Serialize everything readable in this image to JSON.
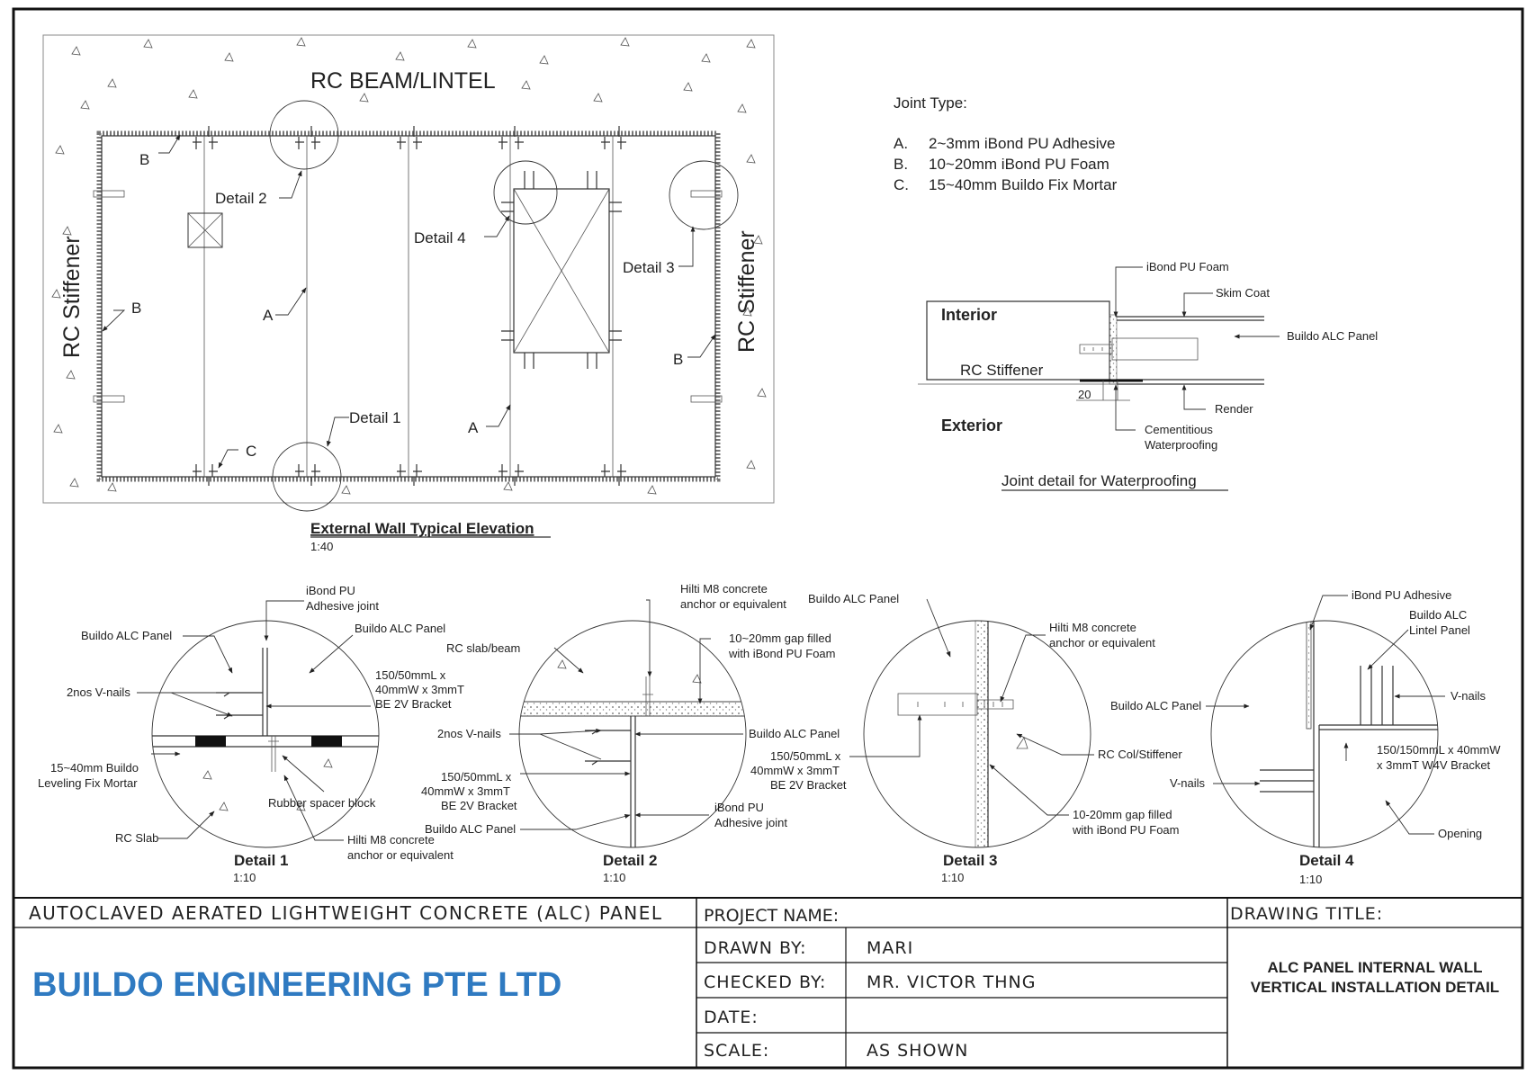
{
  "elevation": {
    "beam_label": "RC BEAM/LINTEL",
    "stiffener_left": "RC Stiffener",
    "stiffener_right": "RC Stiffener",
    "joint_letters": {
      "b_top": "B",
      "b_left": "B",
      "b_right": "B",
      "a_mid": "A",
      "a_low": "A",
      "c_bottom": "C"
    },
    "detail_callouts": {
      "d1": "Detail 1",
      "d2": "Detail 2",
      "d3": "Detail 3",
      "d4": "Detail 4"
    },
    "title": "External Wall Typical Elevation",
    "scale": "1:40"
  },
  "joint_types": {
    "heading": "Joint Type:",
    "items": [
      {
        "letter": "A.",
        "text": "2~3mm iBond PU Adhesive"
      },
      {
        "letter": "B.",
        "text": "10~20mm iBond PU Foam"
      },
      {
        "letter": "C.",
        "text": "15~40mm Buildo Fix Mortar"
      }
    ]
  },
  "waterproofing": {
    "interior": "Interior",
    "exterior": "Exterior",
    "rc_stiffener": "RC Stiffener",
    "pu_foam": "iBond PU Foam",
    "skim_coat": "Skim Coat",
    "alc_panel": "Buildo ALC Panel",
    "render": "Render",
    "cementitious_1": "Cementitious",
    "cementitious_2": "Waterproofing",
    "dim_20": "20",
    "title": "Joint detail for Waterproofing"
  },
  "detail1": {
    "pu_1": "iBond PU",
    "pu_2": "Adhesive joint",
    "alc_left": "Buildo ALC Panel",
    "alc_right": "Buildo ALC Panel",
    "vnails": "2nos V-nails",
    "bracket_1": "150/50mmL x",
    "bracket_2": "40mmW x 3mmT",
    "bracket_3": "BE 2V Bracket",
    "mortar_1": "15~40mm Buildo",
    "mortar_2": "Leveling Fix Mortar",
    "spacer": "Rubber spacer block",
    "slab": "RC Slab",
    "anchor_1": "Hilti M8 concrete",
    "anchor_2": "anchor or equivalent",
    "title": "Detail 1",
    "scale": "1:10"
  },
  "detail2": {
    "anchor_1": "Hilti M8 concrete",
    "anchor_2": "anchor or equivalent",
    "gap_1": "10~20mm gap filled",
    "gap_2": "with iBond PU Foam",
    "slab": "RC slab/beam",
    "vnails": "2nos V-nails",
    "alc_right": "Buildo ALC Panel",
    "bracket_1": "150/50mmL x",
    "bracket_2": "40mmW x 3mmT",
    "bracket_3": "BE 2V Bracket",
    "alc_left": "Buildo ALC Panel",
    "pu_1": "iBond PU",
    "pu_2": "Adhesive joint",
    "title": "Detail 2",
    "scale": "1:10"
  },
  "detail3": {
    "alc_top": "Buildo ALC Panel",
    "anchor_1": "Hilti M8 concrete",
    "anchor_2": "anchor or equivalent",
    "bracket_1": "150/50mmL x",
    "bracket_2": "40mmW x 3mmT",
    "bracket_3": "BE 2V Bracket",
    "col": "RC Col/Stiffener",
    "gap_1": "10-20mm gap filled",
    "gap_2": "with iBond PU Foam",
    "title": "Detail 3",
    "scale": "1:10"
  },
  "detail4": {
    "adhesive": "iBond PU Adhesive",
    "lintel_1": "Buildo ALC",
    "lintel_2": "Lintel Panel",
    "alc_left": "Buildo ALC Panel",
    "vnails_right": "V-nails",
    "bracket_1": "150/150mmL x 40mmW",
    "bracket_2": "x 3mmT W4V Bracket",
    "vnails_left": "V-nails",
    "opening": "Opening",
    "title": "Detail 4",
    "scale": "1:10"
  },
  "title_block": {
    "product": "AUTOCLAVED AERATED LIGHTWEIGHT CONCRETE (ALC) PANEL",
    "company": "BUILDO ENGINEERING PTE LTD",
    "company_color": "#2f7ac1",
    "project_label": "PROJECT NAME:",
    "drawing_title_label": "DRAWING TITLE:",
    "rows": [
      {
        "label": "DRAWN BY:",
        "value": "MARI"
      },
      {
        "label": "CHECKED BY:",
        "value": "MR. VICTOR THNG"
      },
      {
        "label": "DATE:",
        "value": ""
      },
      {
        "label": "SCALE:",
        "value": "AS SHOWN"
      }
    ],
    "drawing_title_1": "ALC PANEL INTERNAL WALL",
    "drawing_title_2": "VERTICAL INSTALLATION DETAIL"
  }
}
